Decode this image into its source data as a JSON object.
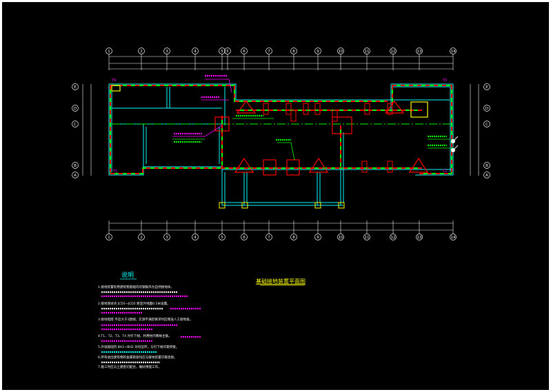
{
  "drawing_title": "基础接地装置平面图",
  "notes_heading": "说明",
  "notes": [
    "1.接地装置利用建筑物基础内的钢筋作为自然接地体。",
    "2.接地测试点 JCD1~JCD2 距室外地面0.5米设置。",
    "3.接地电阻 不应大于1欧姆，实测不满足要求时应增设人工接地极。",
    "4.T1、T2、T3、T4 为引下线，利用柱内两根主筋。",
    "5.外墙基础内 BH1~BH2 为均压环，与引下线可靠焊接。",
    "6.所有进出建筑物的金属管道均应与接地装置可靠连接。",
    "7.施工时应与土建密切配合，做好预埋工作。"
  ],
  "axes_top": [
    "1",
    "2",
    "3",
    "4",
    "5",
    "5",
    "6",
    "7",
    "8",
    "9",
    "10",
    "11",
    "12",
    "13",
    "14"
  ],
  "axes_bottom": [
    "1",
    "2",
    "3",
    "4",
    "5",
    "6",
    "7",
    "8",
    "9",
    "10",
    "11",
    "12",
    "13",
    "14"
  ],
  "axes_side": [
    "E",
    "D",
    "C",
    "B",
    "A"
  ],
  "colors": {
    "background": "#000000",
    "dimension": "#ffffff",
    "wall": "#00ffff",
    "ground_conductor_red": "#ff0000",
    "ground_conductor_green": "#00ff00",
    "column": "#ffff00",
    "annotation": "#ff00ff",
    "heading": "#00ffff",
    "title": "#ffff00"
  }
}
